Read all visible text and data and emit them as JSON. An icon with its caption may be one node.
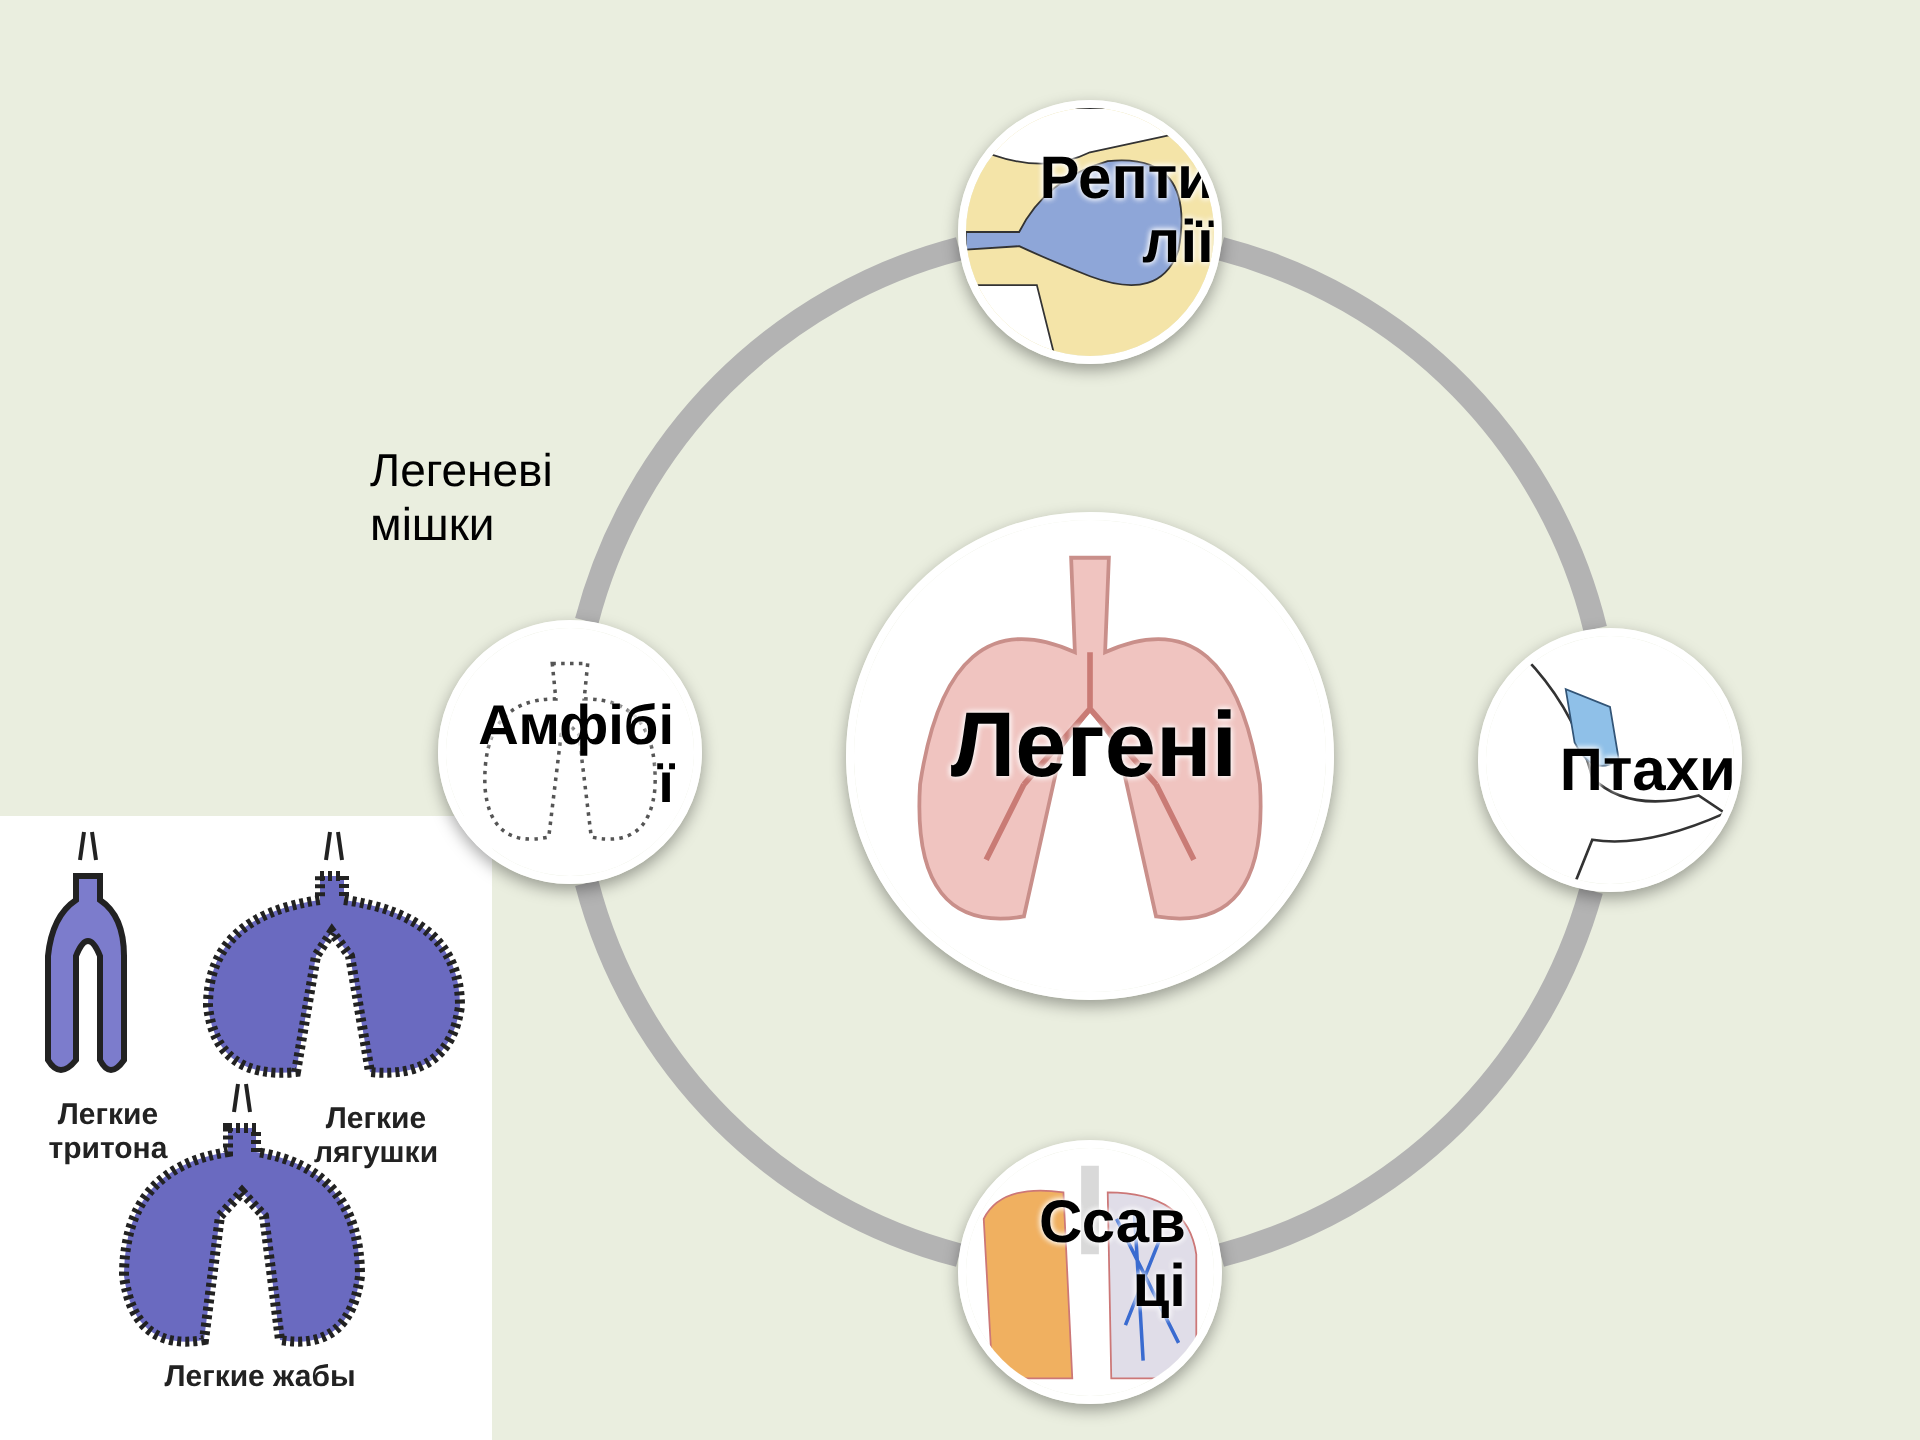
{
  "diagram": {
    "nodes": [
      {
        "text": [
          "Рептилії"
        ]
      },
      {
        "text": [
          "Амфібії"
        ]
      },
      {
        "text": [
          "Легені"
        ]
      },
      {
        "text": [
          "Птахи"
        ]
      },
      {
        "text": [
          "Ссавці"
        ]
      }
    ],
    "edges": [
      {
        "from": 0,
        "to": 3,
        "arrow": "none"
      },
      {
        "from": 3,
        "to": 4,
        "arrow": "none"
      },
      {
        "from": 4,
        "to": 1,
        "arrow": "none"
      },
      {
        "from": 1,
        "to": 0,
        "arrow": "none"
      }
    ],
    "labels": [
      "Легеневі мішки",
      "Легкие тритона",
      "Легкие лягушки",
      "Легкие жабы"
    ]
  }
}
